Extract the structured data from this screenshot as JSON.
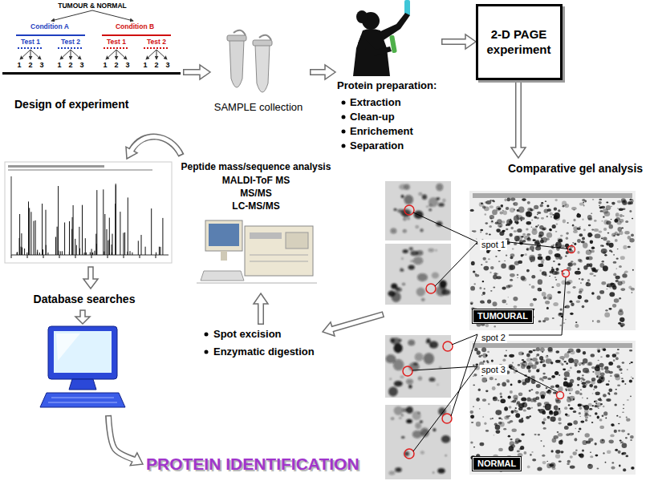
{
  "diagram": {
    "nodes": [
      {
        "text": [
          "Design of experiment"
        ]
      },
      {
        "text": [
          "SAMPLE collection"
        ]
      },
      {
        "text": [
          "Protein preparation:",
          "Extraction",
          "Clean-up",
          "Enrichement",
          "Separation"
        ]
      },
      {
        "text": [
          "2-D PAGE experiment"
        ]
      },
      {
        "text": [
          "Comparative gel analysis"
        ]
      },
      {
        "text": [
          "TUMOURAL"
        ],
        "in": 4
      },
      {
        "text": [
          "NORMAL"
        ],
        "in": 4
      },
      {
        "text": [
          "Peptide mass/sequence analysis",
          "MALDI-ToF MS",
          "MS/MS",
          "LC-MS/MS"
        ]
      },
      {
        "text": [
          "Spot excision",
          "Enzymatic digestion"
        ]
      },
      {
        "text": [
          "Database searches"
        ]
      },
      {
        "text": [
          "PROTEIN IDENTIFICATION"
        ]
      }
    ],
    "edges": [
      {
        "from": 0,
        "to": 1,
        "arrow": "to"
      },
      {
        "from": 1,
        "to": 2,
        "arrow": "to"
      },
      {
        "from": 2,
        "to": 3,
        "arrow": "to"
      },
      {
        "from": 3,
        "to": 4,
        "arrow": "to"
      },
      {
        "from": 4,
        "to": 8,
        "arrow": "to"
      },
      {
        "from": 8,
        "to": 7,
        "arrow": "to"
      },
      {
        "from": 9,
        "to": 10,
        "arrow": "to"
      }
    ],
    "labels": [
      "TUMOUR & NORMAL",
      "Condition A",
      "Condition B",
      "Test 1",
      "Test 2",
      "Test 1",
      "Test 2",
      "1",
      "2",
      "3",
      "1",
      "2",
      "3",
      "1",
      "2",
      "3",
      "1",
      "2",
      "3",
      "spot 1",
      "spot 2",
      "spot 3"
    ]
  }
}
